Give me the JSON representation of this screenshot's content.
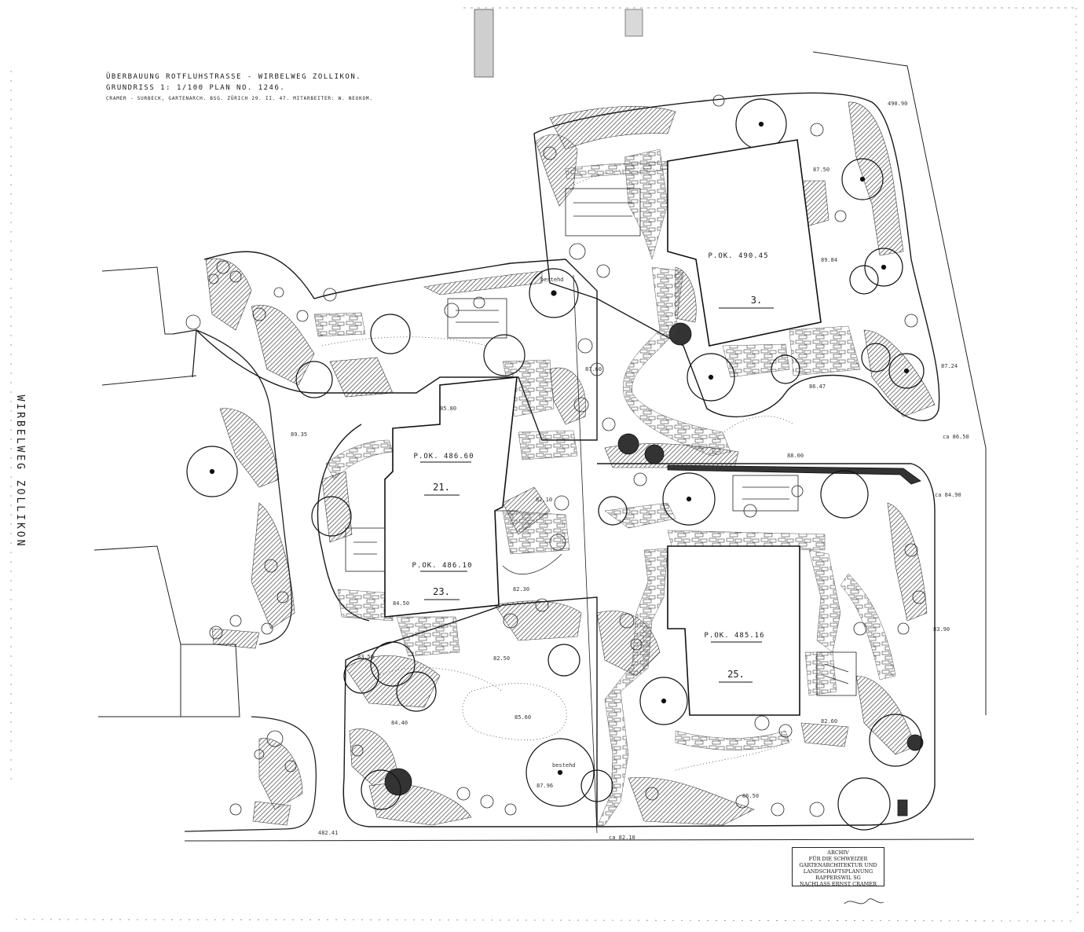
{
  "title": {
    "line1": "ÜBERBAUUNG ROTFLUHSTRASSE - WIRBELWEG ZOLLIKON.",
    "line2": "GRUNDRISS 1: 1/100 PLAN NO. 1246.",
    "line3": "CRAMER - SURBECK, GARTENARCH. BSG. ZÜRICH 29. II. 47.  MITARBEITER: W. NEUKOM."
  },
  "side_label": "WIRBELWEG ZOLLIKON",
  "buildings": [
    {
      "id": "3",
      "number": "3.",
      "pok": "P.OK. 490.45"
    },
    {
      "id": "21",
      "number": "21.",
      "pok": "P.OK. 486.60"
    },
    {
      "id": "23",
      "number": "23.",
      "pok": "P.OK. 486.10"
    },
    {
      "id": "25",
      "number": "25.",
      "pok": "P.OK. 485.16"
    }
  ],
  "annotations": {
    "tree_existing_1": "bestehd",
    "tree_existing_2": "bestehd",
    "bottom_road": "ca 82.10",
    "corner_elev": "482.41",
    "right_elev_1": "ca 86.50",
    "right_elev_2": "ca 84.90"
  },
  "elevations": [
    "490.90",
    "87.50",
    "89.84",
    "87.24",
    "86.47",
    "88.00",
    "89.35",
    "85.80",
    "82.10",
    "82.30",
    "84.50",
    "83.50",
    "82.50",
    "84.40",
    "85.60",
    "87.96",
    "86.50",
    "83.90",
    "82.60",
    "87.60"
  ],
  "stamp": {
    "line1": "ARCHIV",
    "line2": "FÜR DIE SCHWEIZER",
    "line3": "GARTENARCHITEKTUR UND",
    "line4": "LANDSCHAFTSPLANUNG",
    "line5": "RAPPERSWIL SG",
    "line6": "NACHLASS ERNST CRAMER"
  },
  "colors": {
    "ink": "#1a1a1a",
    "paper": "#ffffff",
    "planting": "#2b2b2b"
  }
}
